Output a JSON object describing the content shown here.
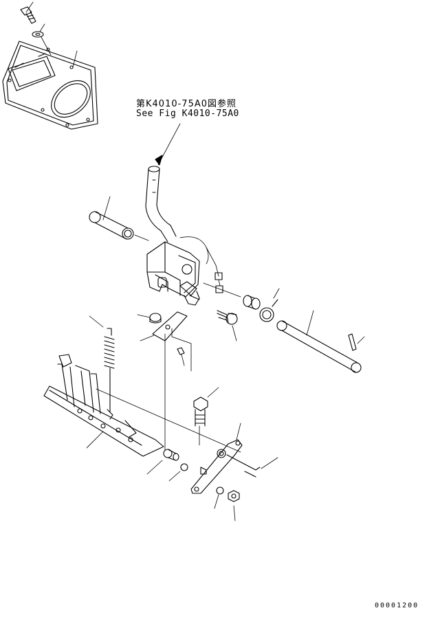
{
  "reference": {
    "japanese": "第K4010-75A0図参照",
    "english": "See Fig K4010-75A0"
  },
  "figure_code": "00001200"
}
